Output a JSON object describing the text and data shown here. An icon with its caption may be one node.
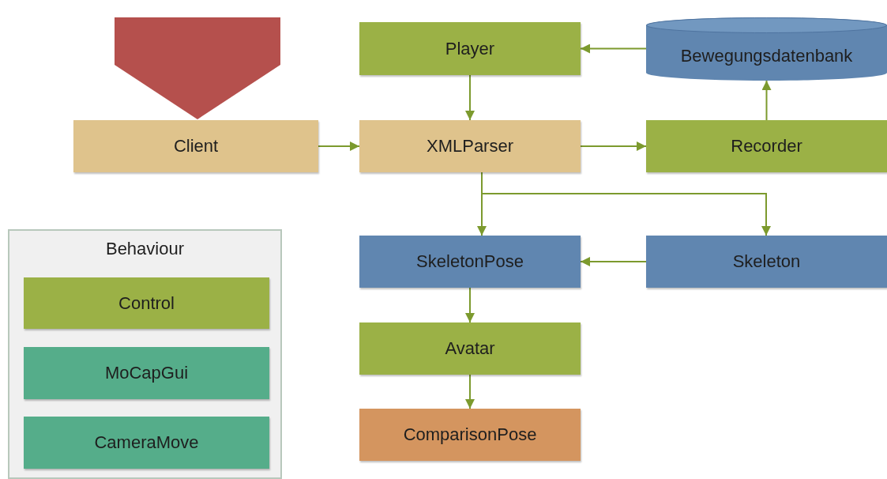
{
  "diagram": {
    "nodes": [
      {
        "text": [],
        "shape": "pentagon"
      },
      {
        "text": [
          "Player"
        ]
      },
      {
        "text": [
          "Bewegungsdatenbank"
        ]
      },
      {
        "text": [
          "Client"
        ]
      },
      {
        "text": [
          "XMLParser"
        ]
      },
      {
        "text": [
          "Recorder"
        ]
      },
      {
        "text": [
          "Behaviour"
        ]
      },
      {
        "text": [
          "Control"
        ],
        "in": 6
      },
      {
        "text": [
          "MoCapGui"
        ],
        "in": 6
      },
      {
        "text": [
          "CameraMove"
        ],
        "in": 6
      },
      {
        "text": [
          "SkeletonPose"
        ]
      },
      {
        "text": [
          "Skeleton"
        ]
      },
      {
        "text": [
          "Avatar"
        ]
      },
      {
        "text": [
          "ComparisonPose"
        ]
      }
    ],
    "edges": [
      {
        "from": 2,
        "to": 1,
        "arrow": "to"
      },
      {
        "from": 1,
        "to": 4,
        "arrow": "to"
      },
      {
        "from": 3,
        "to": 4,
        "arrow": "to"
      },
      {
        "from": 4,
        "to": 5,
        "arrow": "to"
      },
      {
        "from": 5,
        "to": 2,
        "arrow": "to"
      },
      {
        "from": 4,
        "to": 10,
        "arrow": "to"
      },
      {
        "from": 4,
        "to": 11,
        "arrow": "to"
      },
      {
        "from": 11,
        "to": 10,
        "arrow": "to"
      },
      {
        "from": 10,
        "to": 12,
        "arrow": "to"
      },
      {
        "from": 12,
        "to": 13,
        "arrow": "to"
      }
    ]
  }
}
